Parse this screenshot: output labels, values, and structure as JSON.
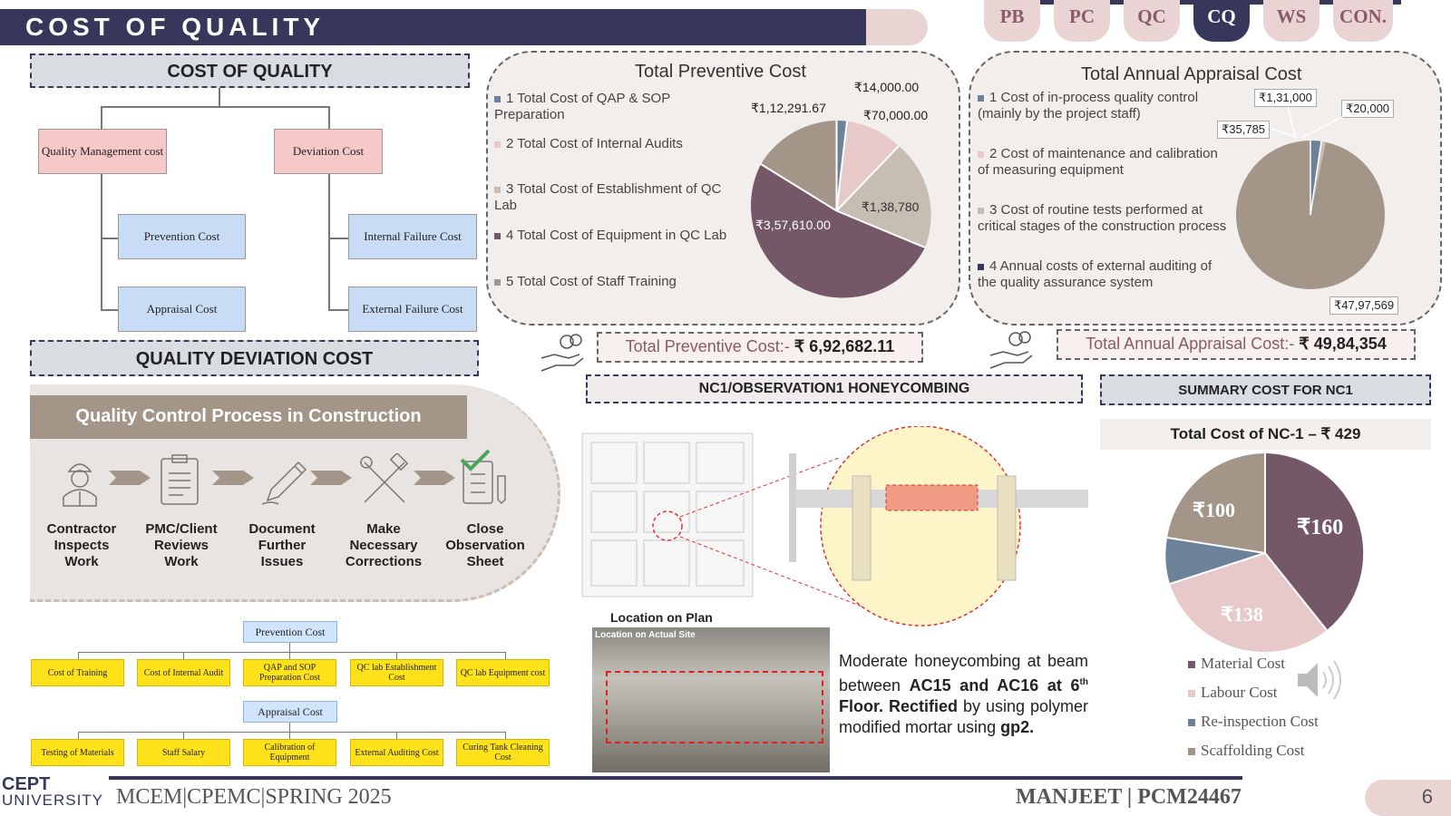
{
  "header": {
    "title": "COST OF QUALITY",
    "tabs": [
      {
        "label": "PB",
        "active": false
      },
      {
        "label": "PC",
        "active": false
      },
      {
        "label": "QC",
        "active": false
      },
      {
        "label": "CQ",
        "active": true
      },
      {
        "label": "WS",
        "active": false
      },
      {
        "label": "CON.",
        "active": false
      }
    ]
  },
  "cq_tree": {
    "title": "COST OF QUALITY",
    "left": "Quality Management cost",
    "right": "Deviation Cost",
    "prevention": "Prevention Cost",
    "appraisal": "Appraisal Cost",
    "internal": "Internal Failure Cost",
    "external": "External Failure Cost"
  },
  "preventive": {
    "title": "Total Preventive Cost",
    "legend": [
      "1 Total Cost of QAP & SOP Preparation",
      "2 Total Cost of Internal Audits",
      "3 Total Cost of Establishment of QC Lab",
      "4 Total Cost of Equipment in QC Lab",
      "5 Total Cost of Staff Training"
    ],
    "labels": [
      "₹14,000.00",
      "₹1,12,291.67",
      "₹70,000.00",
      "₹1,38,780",
      "₹3,57,610.00"
    ],
    "total_label": "Total Preventive Cost:- ",
    "total_value": "₹ 6,92,682.11"
  },
  "appraisal": {
    "title": "Total Annual Appraisal Cost",
    "legend": [
      "1 Cost of in-process quality control (mainly by the project staff)",
      "2 Cost of maintenance and calibration of measuring equipment",
      "3 Cost of routine tests performed at critical stages of the construction process",
      "4 Annual costs of external auditing of the quality assurance system"
    ],
    "labels": [
      "₹1,31,000",
      "₹20,000",
      "₹35,785",
      "₹47,97,569"
    ],
    "total_label": "Total Annual Appraisal Cost:- ",
    "total_value": "₹ 49,84,354"
  },
  "deviation": {
    "title": "QUALITY DEVIATION COST",
    "process_title": "Quality Control Process in Construction",
    "steps": [
      {
        "label": "Contractor Inspects Work",
        "icon": "worker-icon"
      },
      {
        "label": "PMC/Client Reviews Work",
        "icon": "clipboard-icon"
      },
      {
        "label": "Document Further Issues",
        "icon": "pen-icon"
      },
      {
        "label": "Make Necessary Corrections",
        "icon": "tools-icon"
      },
      {
        "label": "Close Observation Sheet",
        "icon": "checklist-icon"
      }
    ]
  },
  "breakdown": {
    "prevention_label": "Prevention Cost",
    "prevention_items": [
      "Cost of Training",
      "Cost of Internal Audit",
      "QAP and SOP Preparation Cost",
      "QC lab Establishment Cost",
      "QC lab Equipment cost"
    ],
    "appraisal_label": "Appraisal Cost",
    "appraisal_items": [
      "Testing of Materials",
      "Staff Salary",
      "Calibration of Equipment",
      "External Auditing Cost",
      "Curing Tank Cleaning Cost"
    ]
  },
  "nc1": {
    "title": "NC1/OBSERVATION1 HONEYCOMBING",
    "location_plan": "Location on Plan",
    "location_site": "Location on Actual Site",
    "description_1": "Moderate honeycombing at beam between ",
    "description_b1": "AC15 and AC16 at 6",
    "description_sup": "th",
    "description_b2": " Floor.",
    "description_b3": "Rectified",
    "description_2": " by using polymer modified mortar using ",
    "description_b4": "gp2."
  },
  "summary": {
    "title": "SUMMARY COST FOR NC1",
    "total": "Total Cost of NC-1 – ₹ 429",
    "slice_labels": [
      "₹160",
      "₹138",
      "₹100"
    ],
    "legend": [
      "Material Cost",
      "Labour Cost",
      "Re-inspection Cost",
      "Scaffolding Cost"
    ]
  },
  "footer": {
    "logo_top": "CEPT",
    "logo_bottom": "UNIVERSITY",
    "course": "MCEM|CPEMC|SPRING 2025",
    "author": "MANJEET | PCM24467",
    "page": "6"
  },
  "colors": {
    "navy": "#36375a",
    "mauve": "#755868",
    "taupe": "#a39588",
    "rose": "#e8c9c9",
    "slate": "#6b8299",
    "tan": "#b9aba0"
  }
}
